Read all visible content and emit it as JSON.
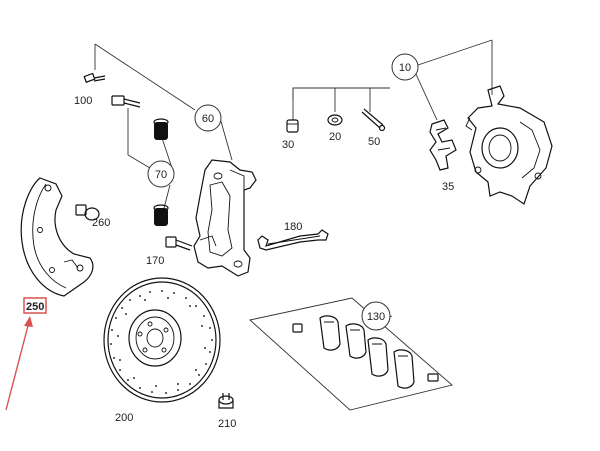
{
  "callouts": {
    "c10": "10",
    "c60": "60",
    "c70": "70",
    "c130": "130"
  },
  "labels": {
    "l20": "20",
    "l30": "30",
    "l35": "35",
    "l50": "50",
    "l100": "100",
    "l170": "170",
    "l180": "180",
    "l200": "200",
    "l210": "210",
    "l250": "250",
    "l260": "260"
  },
  "highlight": {
    "color": "#d9534f",
    "label_key": "l250"
  }
}
